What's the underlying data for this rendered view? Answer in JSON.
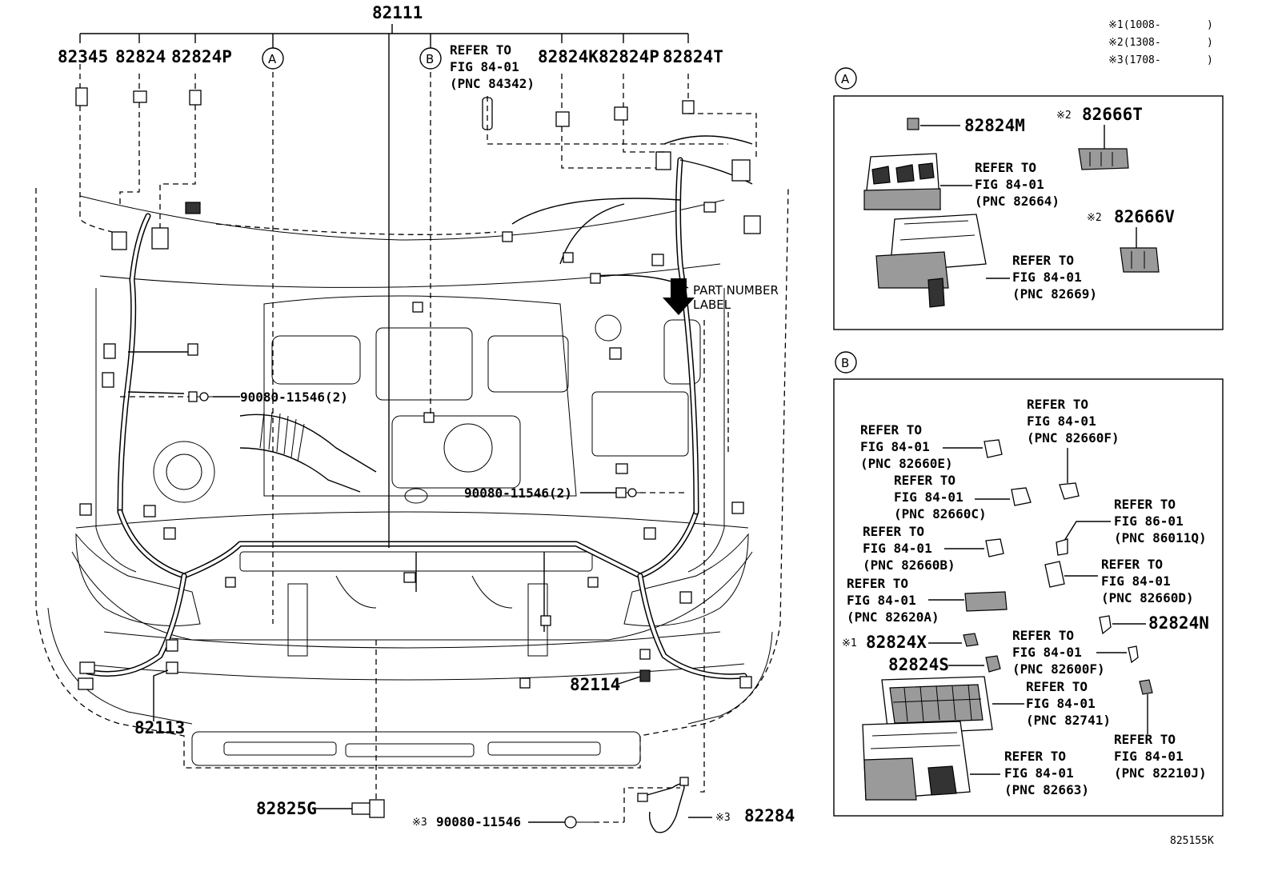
{
  "notes": {
    "n1": "※1(1008-",
    "n2": "※2(1308-",
    "n3": "※3(1708-",
    "paren": ")"
  },
  "main_labels": {
    "top_harness": "82111",
    "p82345": "82345",
    "p82824": "82824",
    "p82824P_left": "82824P",
    "circle_a": "A",
    "circle_b": "B",
    "refer_to": "REFER TO",
    "fig_84_01": "FIG 84-01",
    "pnc_84342": "(PNC 84342)",
    "p82824K": "82824K",
    "p82824P_right": "82824P",
    "p82824T": "82824T",
    "part_number": "PART NUMBER",
    "label": "LABEL",
    "bolt_upper": "90080-11546(2)",
    "bolt_lower": "90080-11546(2)",
    "p82114": "82114",
    "p82113": "82113",
    "p82825G": "82825G",
    "mark3_bolt": "※3",
    "bolt_bottom": "90080-11546",
    "mark3_sensor": "※3",
    "p82284": "82284"
  },
  "panel_a": {
    "title": "A",
    "p82824M": "82824M",
    "mark2_t": "※2",
    "p82666T": "82666T",
    "ref1": {
      "refer": "REFER TO",
      "fig": "FIG 84-01",
      "pnc": "(PNC 82664)"
    },
    "mark2_v": "※2",
    "p82666V": "82666V",
    "ref2": {
      "refer": "REFER TO",
      "fig": "FIG 84-01",
      "pnc": "(PNC 82669)"
    }
  },
  "panel_b": {
    "title": "B",
    "r_82660F": {
      "refer": "REFER TO",
      "fig": "FIG 84-01",
      "pnc": "(PNC 82660F)"
    },
    "r_82660E": {
      "refer": "REFER TO",
      "fig": "FIG 84-01",
      "pnc": "(PNC 82660E)"
    },
    "r_82660C": {
      "refer": "REFER TO",
      "fig": "FIG 84-01",
      "pnc": "(PNC 82660C)"
    },
    "r_86011Q": {
      "refer": "REFER TO",
      "fig": "FIG 86-01",
      "pnc": "(PNC 86011Q)"
    },
    "r_82660B": {
      "refer": "REFER TO",
      "fig": "FIG 84-01",
      "pnc": "(PNC 82660B)"
    },
    "r_82660D": {
      "refer": "REFER TO",
      "fig": "FIG 84-01",
      "pnc": "(PNC 82660D)"
    },
    "r_82620A": {
      "refer": "REFER TO",
      "fig": "FIG 84-01",
      "pnc": "(PNC 82620A)"
    },
    "p82824N": "82824N",
    "mark1": "※1",
    "p82824X": "82824X",
    "r_82600F": {
      "refer": "REFER TO",
      "fig": "FIG 84-01",
      "pnc": "(PNC 82600F)"
    },
    "p82824S": "82824S",
    "r_82741": {
      "refer": "REFER TO",
      "fig": "FIG 84-01",
      "pnc": "(PNC 82741)"
    },
    "r_82663": {
      "refer": "REFER TO",
      "fig": "FIG 84-01",
      "pnc": "(PNC 82663)"
    },
    "r_82210J": {
      "refer": "REFER TO",
      "fig": "FIG 84-01",
      "pnc": "(PNC 82210J)"
    }
  },
  "illustration_id": "825155K"
}
